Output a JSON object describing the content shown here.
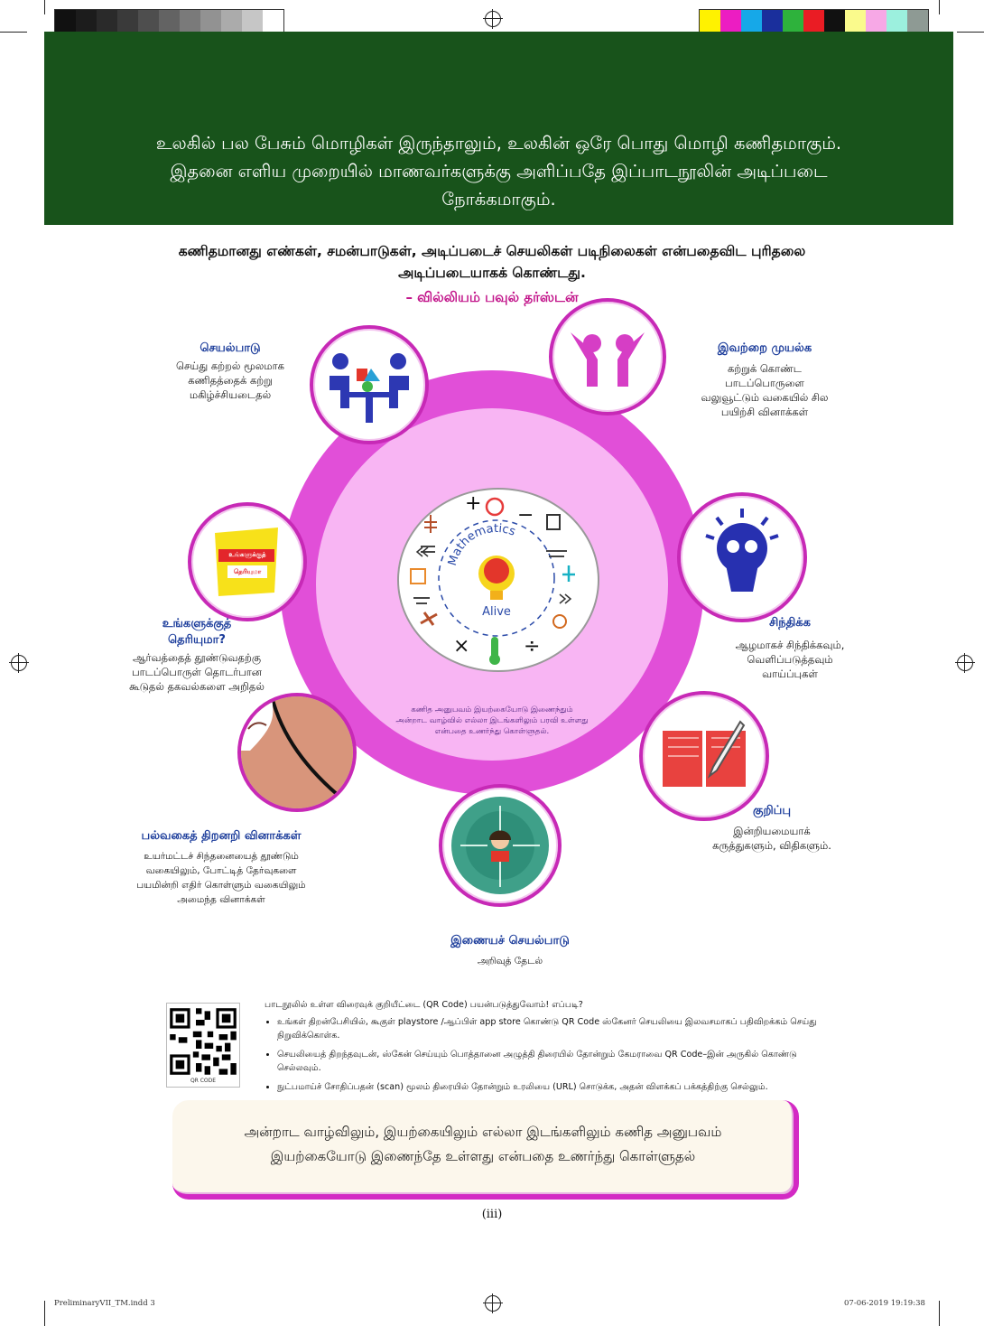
{
  "colors": {
    "banner_green": "#18531b",
    "magenta": "#e046d6",
    "pink_light": "#f6b7f0",
    "title_blue": "#1a3b9a",
    "author_magenta": "#c2148a"
  },
  "intro": {
    "line1": "உலகில் பல பேசும் மொழிகள் இருந்தாலும், உலகின் ஒரே பொது மொழி கணிதமாகும்.",
    "line2": "இதனை எளிய முறையில் மாணவர்களுக்கு அளிப்பதே இப்பாடநூலின் அடிப்படை",
    "line3": "நோக்கமாகும்."
  },
  "quote": {
    "line1": "கணிதமானது எண்கள், சமன்பாடுகள், அடிப்படைச் செயலிகள் படிநிலைகள் என்பதைவிட புரிதலை",
    "line2": "அடிப்படையாகக் கொண்டது.",
    "author": "– வில்லியம் பவுல் தர்ஸ்டன்"
  },
  "features": {
    "activity": {
      "title": "செயல்பாடு",
      "desc": "செய்து கற்றல் மூலமாக\nகணிதத்தைக் கற்று\nமகிழ்ச்சியடைதல்"
    },
    "try_these": {
      "title": "இவற்றை முயல்க",
      "desc": "கற்றுக் கொண்ட\nபாடப்பொருளை\nவலுவூட்டும் வகையில் சில\nபயிற்சி வினாக்கள்"
    },
    "did_you_know": {
      "title": "உங்களுக்குத்\nதெரியுமா?",
      "desc": "ஆர்வத்தைத் தூண்டுவதற்கு\nபாடப்பொருள் தொடர்பான\nகூடுதல் தகவல்களை அறிதல்",
      "badge_line1": "உங்களுக்குத்",
      "badge_line2": "தெரியுமா"
    },
    "think": {
      "title": "சிந்திக்க",
      "desc": "ஆழமாகச் சிந்திக்கவும்,\nவெளிப்படுத்தவும்\nவாய்ப்புகள்"
    },
    "mcq": {
      "title": "பல்வகைத் திறனறி வினாக்கள்",
      "desc": "உயர்மட்டச் சிந்தனையைத் தூண்டும்\nவகையிலும், போட்டித் தேர்வுகளை\nபயமின்றி எதிர் கொள்ளும் வகையிலும்\nஅமைந்த வினாக்கள்"
    },
    "note": {
      "title": "குறிப்பு",
      "desc": "இன்றியமையாக்\nகருத்துகளும், விதிகளும்."
    },
    "ict": {
      "title": "இணையச் செயல்பாடு",
      "desc": "அறிவுத் தேடல்"
    }
  },
  "center": {
    "mathematics": "Mathematics",
    "alive": "Alive",
    "note": "கணித அனுபவம் இயற்கையோடு இணைந்தும்\nஅன்றாட வாழ்வில் எல்லா இடங்களிலும் பரவி உள்ளது\nஎன்பதை உணர்ந்து கொள்ளுதல்."
  },
  "qr": {
    "caption": "QR CODE",
    "heading": "பாடநூலில் உள்ள விரைவுக் குறியீட்டை (QR Code) பயன்படுத்துவோம்! எப்படி?",
    "steps": [
      "உங்கள் திறன்பேசியில், கூகுள் playstore /ஆப்பிள் app store கொண்டு QR Code ஸ்கேனர் செயலியை இலவசமாகப் பதிவிறக்கம் செய்து நிறுவிக்கொள்க.",
      "செயலியைத் திறந்தவுடன், ஸ்கேன் செய்யும் பொத்தானை அழுத்தி திரையில் தோன்றும் கேமராவை QR Code–இன் அருகில் கொண்டு செல்லவும்.",
      "நுட்பமாய்ச் சோதிப்பதன் (scan) மூலம் திரையில் தோன்றும் உரலியை (URL) சொடுக்க, அதன் விளக்கப் பக்கத்திற்கு செல்லும்."
    ]
  },
  "bottom": {
    "line1": "அன்றாட வாழ்விலும், இயற்கையிலும் எல்லா இடங்களிலும் கணித அனுபவம்",
    "line2": "இயற்கையோடு இணைந்தே உள்ளது என்பதை உணர்ந்து கொள்ளுதல்"
  },
  "page_number": "(iii)",
  "slug": {
    "file": "PreliminaryVII_TM.indd   3",
    "date": "07-06-2019   19:19:38"
  }
}
